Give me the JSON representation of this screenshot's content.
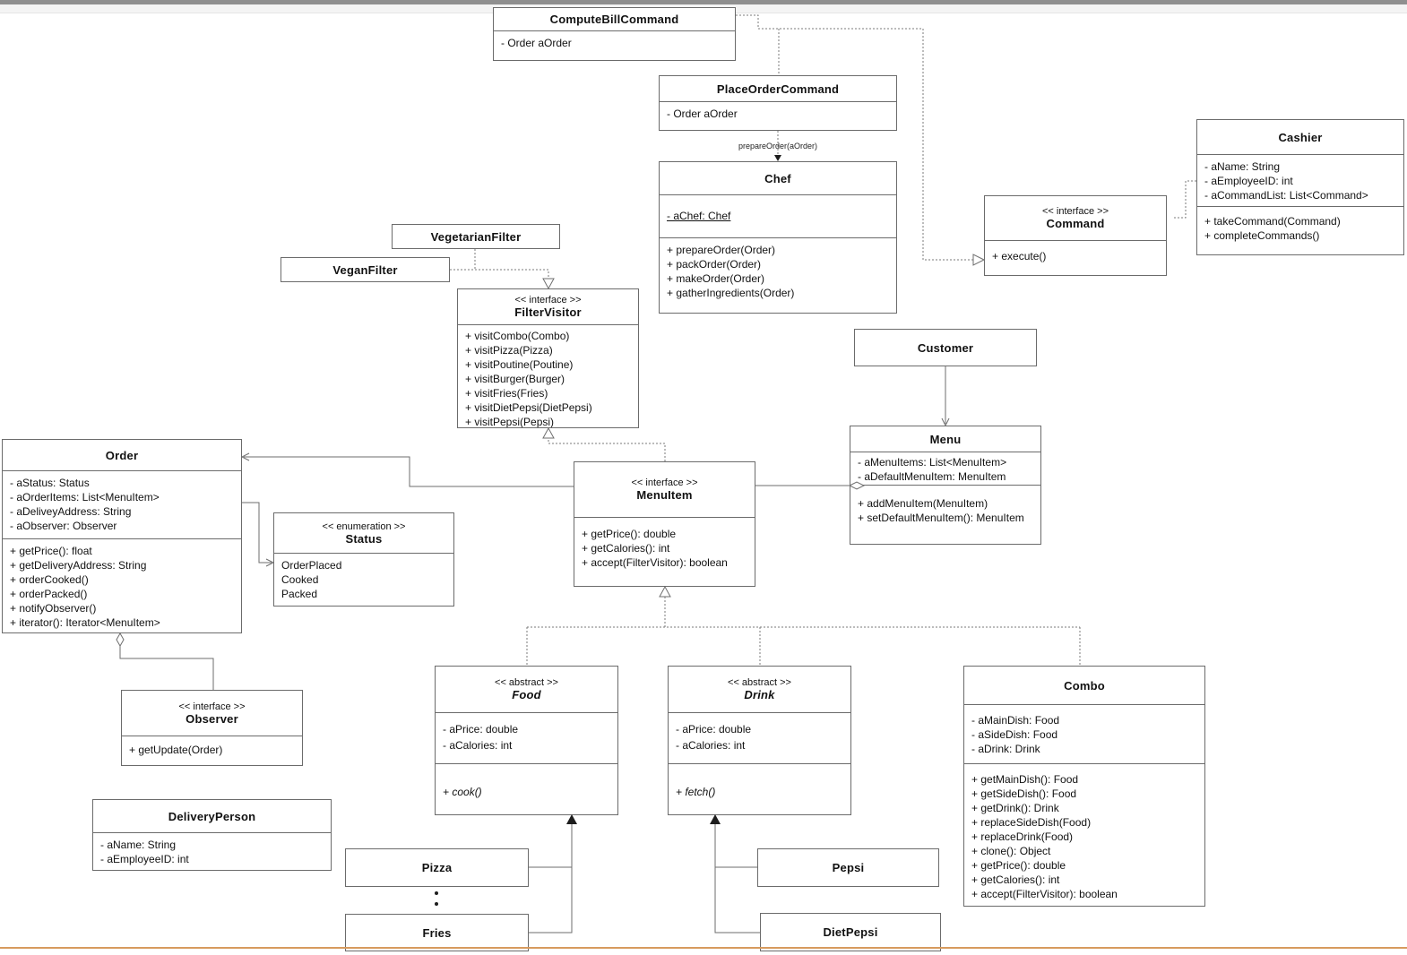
{
  "labels": {
    "prepare_order": "prepareOrder(aOrder)"
  },
  "colors": {
    "box_border": "#6b6b6b",
    "solid_wire": "#6e6e6e",
    "dashed_wire": "#7a7a7a",
    "window_bar": "#8f8f8f",
    "bottom_rule": "#d79b5e"
  },
  "classes": {
    "compute_bill_command": {
      "title": "ComputeBillCommand",
      "attributes": [
        "- Order aOrder"
      ]
    },
    "place_order_command": {
      "title": "PlaceOrderCommand",
      "attributes": [
        "- Order aOrder"
      ]
    },
    "chef": {
      "title": "Chef",
      "attributes": [
        "- aChef: Chef"
      ],
      "methods": [
        "+ prepareOrder(Order)",
        "+ packOrder(Order)",
        "+ makeOrder(Order)",
        "+ gatherIngredients(Order)"
      ]
    },
    "command": {
      "stereotype": "<< interface >>",
      "title": "Command",
      "methods": [
        "+ execute()"
      ]
    },
    "cashier": {
      "title": "Cashier",
      "attributes": [
        "- aName: String",
        "- aEmployeeID: int",
        "- aCommandList: List<Command>"
      ],
      "methods": [
        "+ takeCommand(Command)",
        "+ completeCommands()"
      ]
    },
    "vegetarian_filter": {
      "title": "VegetarianFilter"
    },
    "vegan_filter": {
      "title": "VeganFilter"
    },
    "filter_visitor": {
      "stereotype": "<< interface >>",
      "title": "FilterVisitor",
      "methods": [
        "+ visitCombo(Combo)",
        "+ visitPizza(Pizza)",
        "+ visitPoutine(Poutine)",
        "+ visitBurger(Burger)",
        "+ visitFries(Fries)",
        "+ visitDietPepsi(DietPepsi)",
        "+ visitPepsi(Pepsi)"
      ]
    },
    "order": {
      "title": "Order",
      "attributes": [
        "- aStatus: Status",
        "- aOrderItems: List<MenuItem>",
        "- aDeliveyAddress: String",
        "- aObserver: Observer"
      ],
      "methods": [
        "+ getPrice(): float",
        "+ getDeliveryAddress: String",
        "+ orderCooked()",
        "+ orderPacked()",
        "+ notifyObserver()",
        "+ iterator(): Iterator<MenuItem>"
      ]
    },
    "status": {
      "stereotype": "<< enumeration >>",
      "title": "Status",
      "values": [
        "OrderPlaced",
        "Cooked",
        "Packed"
      ]
    },
    "menu_item": {
      "stereotype": "<< interface >>",
      "title": "MenuItem",
      "methods": [
        "+ getPrice(): double",
        "+ getCalories(): int",
        "+ accept(FilterVisitor): boolean"
      ]
    },
    "customer": {
      "title": "Customer"
    },
    "menu": {
      "title": "Menu",
      "attributes": [
        "- aMenuItems: List<MenuItem>",
        "- aDefaultMenuItem: MenuItem"
      ],
      "methods": [
        "+ addMenuItem(MenuItem)",
        "+ setDefaultMenuItem(): MenuItem"
      ]
    },
    "observer": {
      "stereotype": "<< interface >>",
      "title": "Observer",
      "methods": [
        "+ getUpdate(Order)"
      ]
    },
    "delivery_person": {
      "title": "DeliveryPerson",
      "attributes": [
        "- aName: String",
        "- aEmployeeID: int"
      ]
    },
    "food": {
      "stereotype": "<< abstract >>",
      "title": "Food",
      "attributes": [
        "- aPrice: double",
        "- aCalories: int"
      ],
      "methods": [
        "+ cook()"
      ]
    },
    "drink": {
      "stereotype": "<< abstract >>",
      "title": "Drink",
      "attributes": [
        "- aPrice: double",
        "- aCalories: int"
      ],
      "methods": [
        "+ fetch()"
      ]
    },
    "combo": {
      "title": "Combo",
      "attributes": [
        "- aMainDish: Food",
        "- aSideDish: Food",
        "- aDrink: Drink"
      ],
      "methods": [
        "+ getMainDish(): Food",
        "+ getSideDish(): Food",
        "+ getDrink(): Drink",
        "+ replaceSideDish(Food)",
        "+ replaceDrink(Food)",
        "+ clone(): Object",
        "+ getPrice(): double",
        "+ getCalories(): int",
        "+ accept(FilterVisitor): boolean"
      ]
    },
    "pizza": {
      "title": "Pizza"
    },
    "fries": {
      "title": "Fries"
    },
    "pepsi": {
      "title": "Pepsi"
    },
    "diet_pepsi": {
      "title": "DietPepsi"
    }
  }
}
